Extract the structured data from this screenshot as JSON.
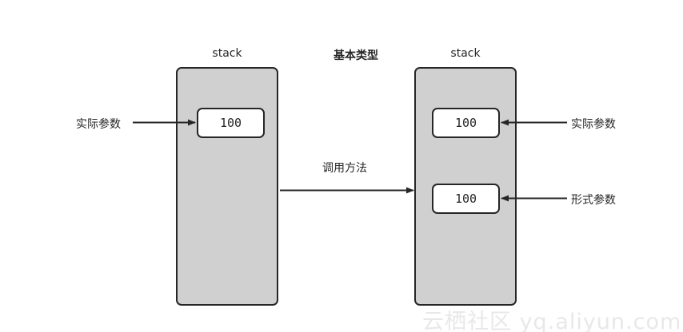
{
  "diagram": {
    "title": "基本类型",
    "watermark": "云栖社区  yq.aliyun.com",
    "colors": {
      "stack_fill": "#d0d0d0",
      "stroke": "#262626",
      "cell_fill": "#ffffff",
      "background": "#ffffff",
      "watermark": "#e8e8e8"
    }
  },
  "left_stack": {
    "caption": "stack",
    "cells": [
      {
        "value": "100",
        "role": "actual-parameter"
      }
    ],
    "incoming_label": "实际参数"
  },
  "right_stack": {
    "caption": "stack",
    "cells": [
      {
        "value": "100",
        "role": "actual-parameter"
      },
      {
        "value": "100",
        "role": "formal-parameter"
      }
    ],
    "labels": {
      "actual": "实际参数",
      "formal": "形式参数"
    }
  },
  "transition": {
    "label": "调用方法"
  }
}
